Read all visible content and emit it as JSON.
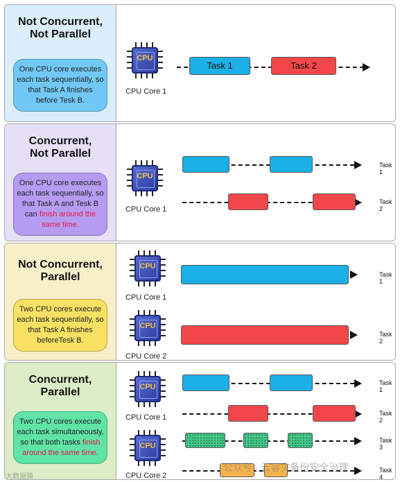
{
  "panels": [
    {
      "title_lines": [
        "Not Concurrent,",
        "Not Parallel"
      ],
      "description": "One CPU core executes each task sequentially, so that Task A finishes before Tesk B.",
      "description_highlight": "",
      "bg": "#dceefb",
      "bubble_color": "#71c8f5",
      "cores": [
        {
          "label": "CPU Core 1",
          "chip_text": "CPU"
        }
      ],
      "tasks": [
        {
          "label": "Task 1"
        },
        {
          "label": "Task 2"
        }
      ]
    },
    {
      "title_lines": [
        "Concurrent,",
        "Not Parallel"
      ],
      "description": "One CPU core executes each task sequentially, so that Task A and Tesk B can",
      "description_highlight": "finish around the same time.",
      "bg": "#e6e0f7",
      "bubble_color": "#b59cf2",
      "cores": [
        {
          "label": "CPU Core 1",
          "chip_text": "CPU"
        }
      ],
      "lanes": [
        "Task 1",
        "Task 2"
      ]
    },
    {
      "title_lines": [
        "Not Concurrent,",
        "Parallel"
      ],
      "description": "Two CPU cores execute each task sequentially, so that Task A finishes beforeTesk B.",
      "description_highlight": "",
      "bg": "#f8efc9",
      "bubble_color": "#f7e064",
      "cores": [
        {
          "label": "CPU Core 1",
          "chip_text": "CPU"
        },
        {
          "label": "CPU Core 2",
          "chip_text": "CPU"
        }
      ],
      "lanes": [
        "Task 1",
        "Task 2"
      ]
    },
    {
      "title_lines": [
        "Concurrent,",
        "Parallel"
      ],
      "description": "Two CPU cores execute each task simultaneously, so that both tasks",
      "description_highlight": "finish around the same time.",
      "bg": "#dcedc7",
      "bubble_color": "#5fe3a6",
      "cores": [
        {
          "label": "CPU Core 1",
          "chip_text": "CPU"
        },
        {
          "label": "CPU Core 2",
          "chip_text": "CPU"
        }
      ],
      "lanes": [
        "Task 1",
        "Task 2",
        "Task 3",
        "Task 4"
      ]
    }
  ],
  "watermark": "公众号 · 云容灾备份安全治理",
  "watermark_small": "大数据猿"
}
